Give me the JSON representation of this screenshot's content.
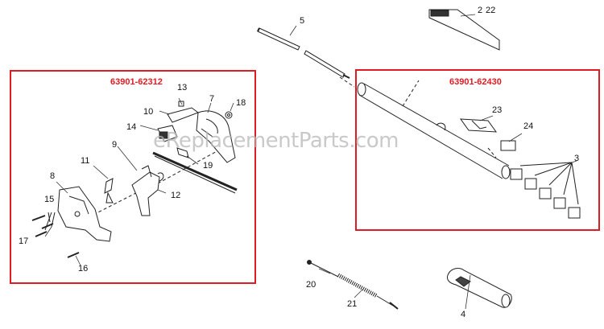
{
  "watermark": "eReplacementParts.com",
  "kits": [
    {
      "id": "kit-left",
      "label": "63901-62312"
    },
    {
      "id": "kit-right",
      "label": "63901-62430"
    }
  ],
  "callouts": [
    "2",
    "3",
    "4",
    "5",
    "7",
    "8",
    "9",
    "10",
    "11",
    "12",
    "13",
    "14",
    "15",
    "16",
    "17",
    "18",
    "19",
    "20",
    "21",
    "22",
    "23",
    "24"
  ],
  "colors": {
    "kit_box": "#e01b24",
    "line": "#222222"
  }
}
